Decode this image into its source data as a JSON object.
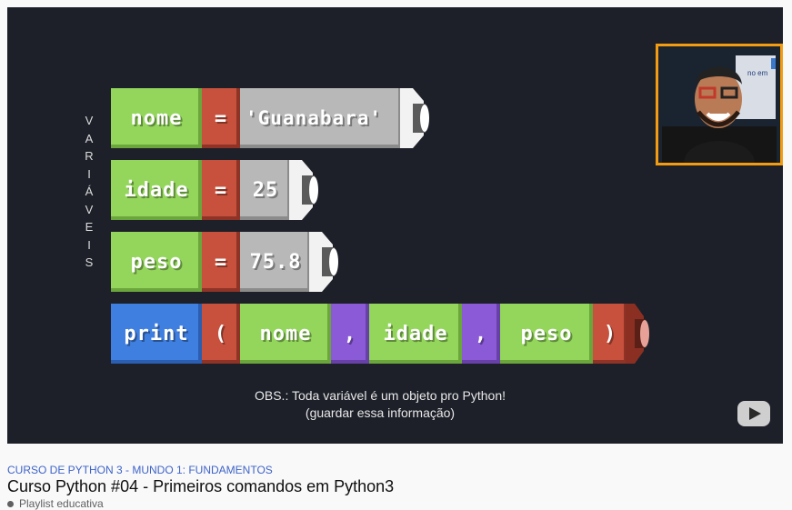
{
  "vertical_label": [
    "V",
    "A",
    "R",
    "I",
    "Á",
    "V",
    "E",
    "I",
    "S"
  ],
  "rows": [
    {
      "name": "nome",
      "eq": "=",
      "value": "'Guanabara'"
    },
    {
      "name": "idade",
      "eq": "=",
      "value": "25"
    },
    {
      "name": "peso",
      "eq": "=",
      "value": "75.8"
    }
  ],
  "print_row": {
    "fn": "print",
    "open": "(",
    "args": [
      "nome",
      "idade",
      "peso"
    ],
    "commas": [
      ",",
      ","
    ],
    "close": ")"
  },
  "obs": {
    "line1": "OBS.: Toda variável é um objeto pro Python!",
    "line2": "(guardar essa informação)"
  },
  "webcam_brand": "no em",
  "video_info": {
    "course": "CURSO DE PYTHON 3 - MUNDO 1: FUNDAMENTOS",
    "title": "Curso Python #04 - Primeiros comandos em Python3",
    "subtitle": "Playlist educativa"
  },
  "colors": {
    "green": "#93d65b",
    "red": "#c7513d",
    "grey": "#b8b8b8",
    "purple": "#8b5ad6",
    "blue": "#3f7fe0",
    "accent": "#f39c12"
  }
}
